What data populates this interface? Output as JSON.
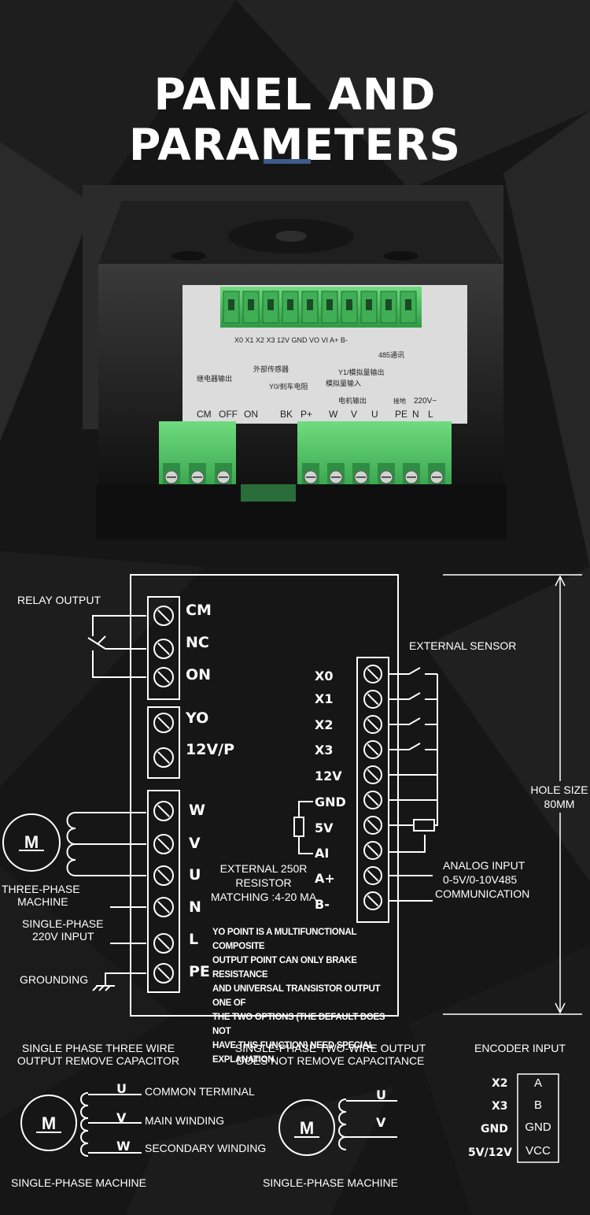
{
  "title": "PANEL AND PARAMETERS",
  "photo": {
    "top_terminals": [
      "X0",
      "X1",
      "X2",
      "X3",
      "12V",
      "GND",
      "VO",
      "VI",
      "A+",
      "B-"
    ],
    "comm_label": "485通讯",
    "sensor_label": "外部传感器",
    "analog_out_label": "Y1/模拟量输出",
    "analog_in_label": "模拟量输入",
    "relay_label": "继电器输出",
    "brake_label": "Y0/刹车电阻",
    "motor_out_label": "电机输出",
    "ground_label": "接地",
    "voltage_label": "220V~",
    "bottom_terminals": [
      "CM",
      "OFF",
      "ON",
      "BK",
      "P+",
      "W",
      "V",
      "U",
      "PE",
      "N",
      "L"
    ]
  },
  "diagram": {
    "relay_output": "RELAY OUTPUT",
    "relay_terms": [
      "CM",
      "NC",
      "ON"
    ],
    "y0_terms": [
      "YO",
      "12V/P"
    ],
    "motor_terms": [
      "W",
      "V",
      "U",
      "N",
      "L",
      "PE"
    ],
    "external_sensor": "EXTERNAL SENSOR",
    "sensor_terms": [
      "X0",
      "X1",
      "X2",
      "X3",
      "12V",
      "GND",
      "5V",
      "AI",
      "A+",
      "B-"
    ],
    "hole_size": "HOLE SIZE",
    "hole_value": "80MM",
    "analog_input_1": "ANALOG INPUT",
    "analog_input_2": "0-5V/0-10V485",
    "analog_input_3": "COMMUNICATION",
    "resistor_1": "EXTERNAL 250R",
    "resistor_2": "RESISTOR",
    "resistor_3": "MATCHING :4-20 MA",
    "motor_symbol": "M",
    "three_phase_1": "THREE-PHASE",
    "three_phase_2": "MACHINE",
    "single_phase_input_1": "SINGLE-PHASE",
    "single_phase_input_2": "220V INPUT",
    "grounding": "GROUNDING",
    "note_lines": [
      "YO POINT IS A MULTIFUNCTIONAL COMPOSITE",
      "OUTPUT POINT CAN ONLY BRAKE RESISTANCE",
      "AND UNIVERSAL TRANSISTOR OUTPUT ONE OF",
      "THE TWO OPTIONS (THE DEFAULT DOES NOT",
      "HAVE THIS FUNCTION) NEED SPECIAL",
      "EXPLANATION"
    ]
  },
  "bottom": {
    "three_wire_1": "SINGLE PHASE THREE WIRE",
    "three_wire_2": "OUTPUT REMOVE CAPACITOR",
    "two_wire_1": "SINGLE-PHASE TWO-WIRE OUTPUT",
    "two_wire_2": "DOES NOT REMOVE CAPACITANCE",
    "encoder_input": "ENCODER INPUT",
    "u": "U",
    "v": "V",
    "w": "W",
    "common_terminal": "COMMON TERMINAL",
    "main_winding": "MAIN WINDING",
    "secondary_winding": "SECONDARY WINDING",
    "single_phase_machine_1": "SINGLE-PHASE MACHINE",
    "single_phase_machine_2": "SINGLE-PHASE MACHINE",
    "encoder_left": [
      "X2",
      "X3",
      "GND",
      "5V/12V"
    ],
    "encoder_right": [
      "A",
      "B",
      "GND",
      "VCC"
    ]
  }
}
